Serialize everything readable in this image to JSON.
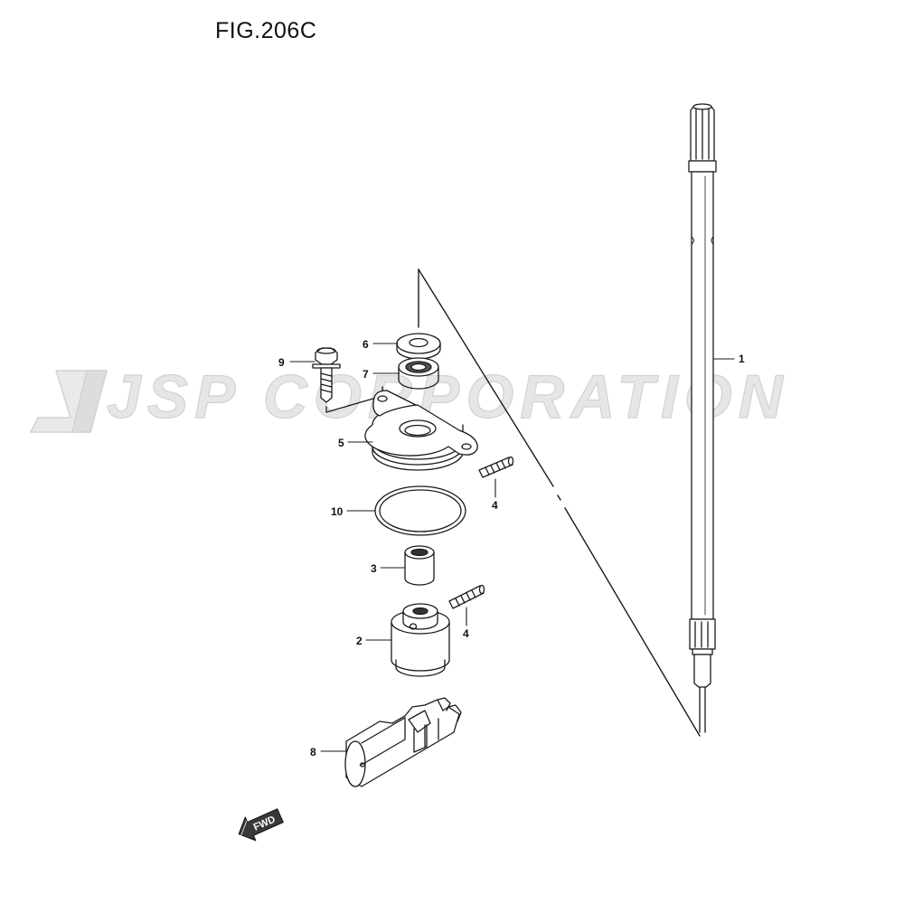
{
  "figure": {
    "title": "FIG.206C"
  },
  "watermark": {
    "text": "JSP CORPORATION",
    "color": "#e6e6e6",
    "outline_color": "#d2d2d2"
  },
  "direction_badge": {
    "text": "FWD"
  },
  "parts": [
    {
      "id": "part-1",
      "label": "1"
    },
    {
      "id": "part-2",
      "label": "2"
    },
    {
      "id": "part-3",
      "label": "3"
    },
    {
      "id": "part-4a",
      "label": "4"
    },
    {
      "id": "part-4b",
      "label": "4"
    },
    {
      "id": "part-5",
      "label": "5"
    },
    {
      "id": "part-6",
      "label": "6"
    },
    {
      "id": "part-7",
      "label": "7"
    },
    {
      "id": "part-8",
      "label": "8"
    },
    {
      "id": "part-9",
      "label": "9"
    },
    {
      "id": "part-10",
      "label": "10"
    }
  ]
}
